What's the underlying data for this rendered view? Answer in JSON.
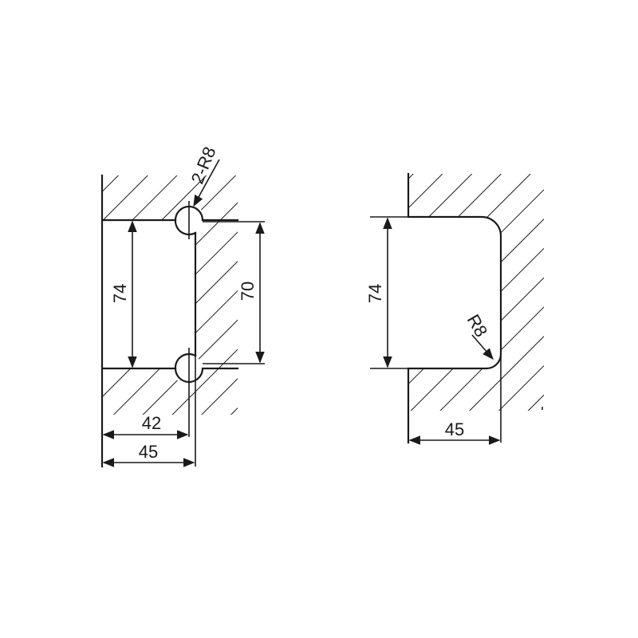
{
  "left_view": {
    "dim_height_opening": "74",
    "dim_height_notches": "70",
    "dim_width_notch": "42",
    "dim_width_total": "45",
    "radius_label": "2-R8"
  },
  "right_view": {
    "dim_height_opening": "74",
    "dim_width_total": "45",
    "radius_label": "R8"
  },
  "colors": {
    "ink": "#1a1a1a",
    "background": "#ffffff"
  }
}
